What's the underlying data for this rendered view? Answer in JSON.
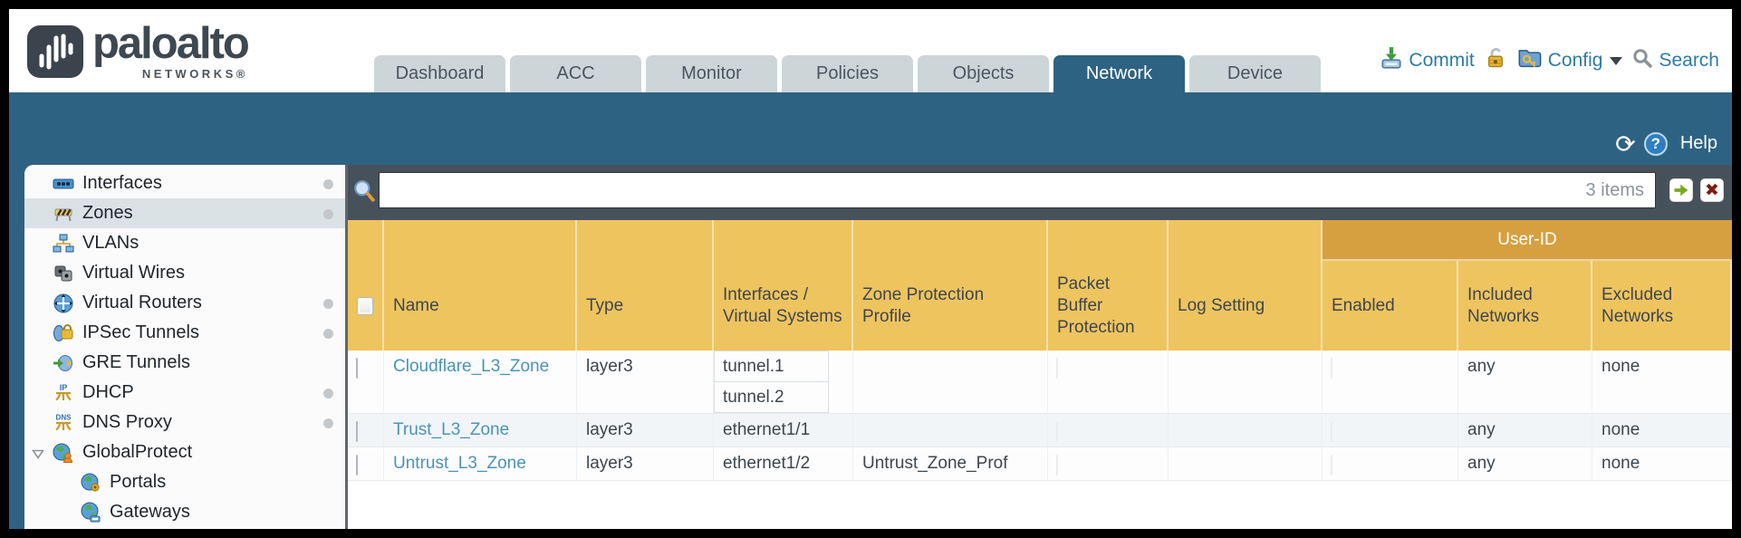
{
  "colors": {
    "teal": "#2e6282",
    "slate": "#47515a",
    "header_orange": "#eec45f",
    "group_orange": "#d6a041",
    "link_blue": "#4a94b5",
    "utility_blue": "#2d7ba4",
    "go_green": "#7fa81f",
    "clear_red": "#7e1d12"
  },
  "brand": {
    "name": "paloalto",
    "sub": "NETWORKS®"
  },
  "nav": {
    "tabs": [
      {
        "label": "Dashboard",
        "active": false
      },
      {
        "label": "ACC",
        "active": false
      },
      {
        "label": "Monitor",
        "active": false
      },
      {
        "label": "Policies",
        "active": false
      },
      {
        "label": "Objects",
        "active": false
      },
      {
        "label": "Network",
        "active": true
      },
      {
        "label": "Device",
        "active": false
      }
    ]
  },
  "utility": {
    "commit": "Commit",
    "config": "Config",
    "search": "Search"
  },
  "toolbar": {
    "help": "Help"
  },
  "sidebar": {
    "items": [
      {
        "label": "Interfaces",
        "icon": "interfaces",
        "dot": true
      },
      {
        "label": "Zones",
        "icon": "zones",
        "dot": true,
        "selected": true
      },
      {
        "label": "VLANs",
        "icon": "vlans",
        "dot": false
      },
      {
        "label": "Virtual Wires",
        "icon": "virtual-wires",
        "dot": false
      },
      {
        "label": "Virtual Routers",
        "icon": "virtual-routers",
        "dot": true
      },
      {
        "label": "IPSec Tunnels",
        "icon": "ipsec-tunnels",
        "dot": true
      },
      {
        "label": "GRE Tunnels",
        "icon": "gre-tunnels",
        "dot": false
      },
      {
        "label": "DHCP",
        "icon": "dhcp",
        "dot": true
      },
      {
        "label": "DNS Proxy",
        "icon": "dns-proxy",
        "dot": true
      },
      {
        "label": "GlobalProtect",
        "icon": "globalprotect",
        "dot": false,
        "expander": true
      },
      {
        "label": "Portals",
        "icon": "portals",
        "dot": false,
        "child": true
      },
      {
        "label": "Gateways",
        "icon": "gateways",
        "dot": false,
        "child": true
      }
    ]
  },
  "filter": {
    "value": "",
    "count_label": "3 items"
  },
  "table": {
    "group_header": "User-ID",
    "columns": [
      "Name",
      "Type",
      "Interfaces / Virtual Systems",
      "Zone Protection Profile",
      "Packet Buffer Protection",
      "Log Setting",
      "Enabled",
      "Included Networks",
      "Excluded Networks"
    ],
    "rows": [
      {
        "name": "Cloudflare_L3_Zone",
        "type": "layer3",
        "interfaces": [
          "tunnel.1",
          "tunnel.2"
        ],
        "zone_protection_profile": "",
        "packet_buffer_protection": false,
        "log_setting": "",
        "enabled": false,
        "included_networks": "any",
        "excluded_networks": "none"
      },
      {
        "name": "Trust_L3_Zone",
        "type": "layer3",
        "interfaces": [
          "ethernet1/1"
        ],
        "zone_protection_profile": "",
        "packet_buffer_protection": false,
        "log_setting": "",
        "enabled": false,
        "included_networks": "any",
        "excluded_networks": "none"
      },
      {
        "name": "Untrust_L3_Zone",
        "type": "layer3",
        "interfaces": [
          "ethernet1/2"
        ],
        "zone_protection_profile": "Untrust_Zone_Prof",
        "packet_buffer_protection": false,
        "log_setting": "",
        "enabled": false,
        "included_networks": "any",
        "excluded_networks": "none"
      }
    ]
  }
}
